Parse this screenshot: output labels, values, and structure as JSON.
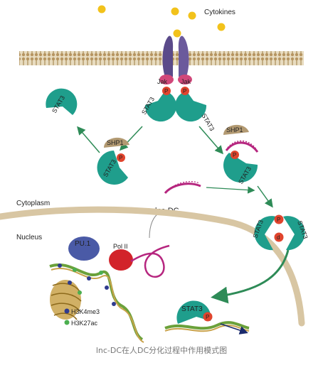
{
  "labels": {
    "cytokines": "Cytokines",
    "jak_left": "Jak",
    "jak_right": "Jak",
    "stat3": "STAT3",
    "shp1": "SHP1",
    "phospho": "P",
    "phospho_alt": "d",
    "cytoplasm": "Cytoplasm",
    "nucleus": "Nucleus",
    "lnc_dc": "lnc-DC",
    "pu1": "PU.1",
    "pol2": "Pol II",
    "h3k4me3": "H3K4me3",
    "h3k27ac": "H3K27ac"
  },
  "caption": "lnc-DC在人DC分化过程中作用模式图",
  "colors": {
    "stat3": "#1f9e8c",
    "jak": "#d1477a",
    "phospho": "#e0442d",
    "shp1": "#b39a72",
    "cytokine": "#f2c21b",
    "lnc_rna": "#b6267f",
    "membrane": "#b69561",
    "nuclear_envelope": "#d8c6a3",
    "receptor": "#5a4a8a",
    "pu1": "#4a5aa6",
    "pol2": "#d2232a",
    "arrow": "#2e8b57",
    "h3k4me3": "#2f3b8f",
    "h3k27ac": "#4caf50"
  }
}
